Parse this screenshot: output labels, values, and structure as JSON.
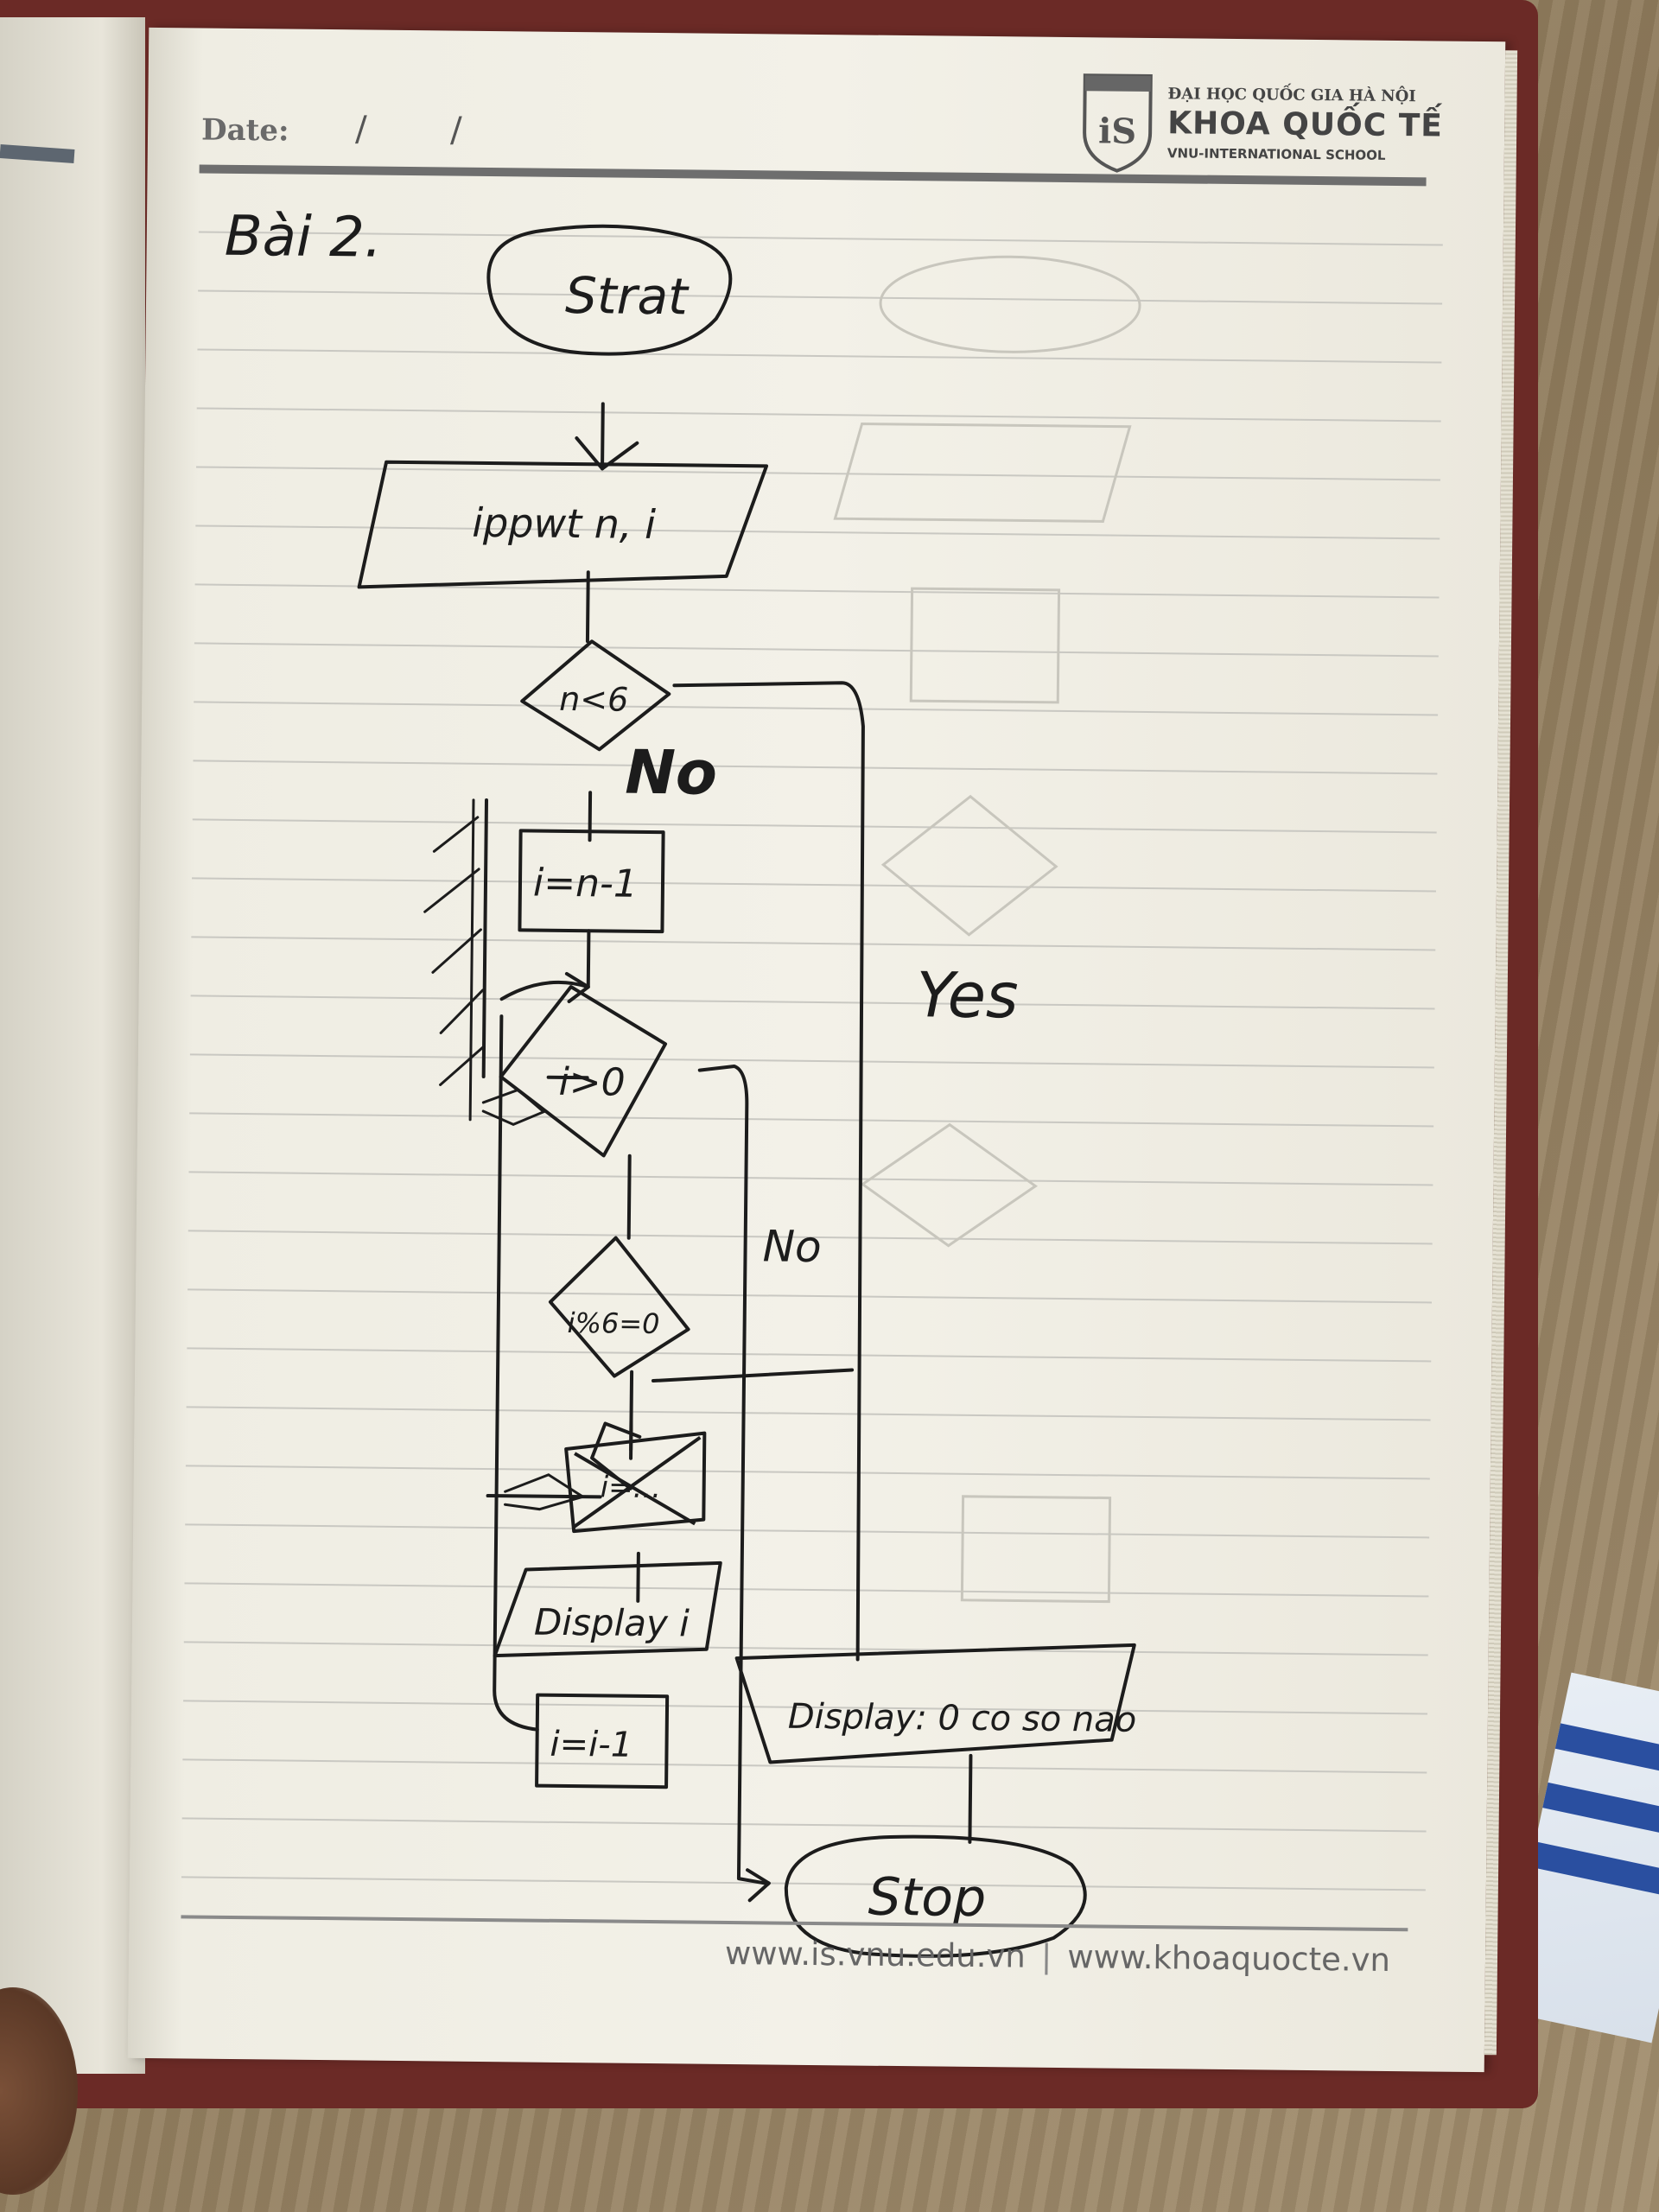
{
  "header": {
    "date_label": "Date:",
    "date_slash_1": "/",
    "date_slash_2": "/",
    "school_line_1": "ĐẠI HỌC QUỐC GIA HÀ NỘI",
    "school_line_2": "KHOA QUỐC TẾ",
    "school_line_3": "VNU-INTERNATIONAL SCHOOL",
    "logo_mark": "iS"
  },
  "heading": "Bài 2.",
  "flowchart": {
    "start": "Strat",
    "input": "ippwt n, i",
    "cond_1": "n<6",
    "cond_1_no": "No",
    "cond_1_yes": "Yes",
    "assign": "i=n-1",
    "cond_2": "i>0",
    "cond_2_no": "No",
    "cond_3": "i%6=0",
    "crossed_box": "i=...",
    "display_i": "Display i",
    "decrement": "i=i-1",
    "display_msg": "Display: 0 co so nao",
    "stop": "Stop"
  },
  "footer": {
    "url_1": "www.is.vnu.edu.vn",
    "separator": "|",
    "url_2": "www.khoaquocte.vn"
  },
  "colors": {
    "ink": "#1c1c1c",
    "paper": "#f3f1e8",
    "cover": "#6b2a26",
    "print_gray": "#666666"
  }
}
